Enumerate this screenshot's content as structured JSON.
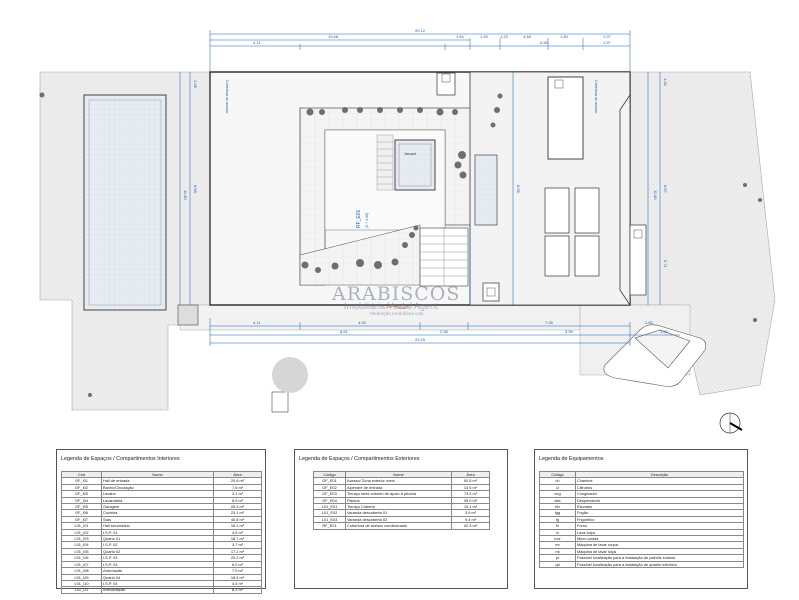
{
  "plan": {
    "dims_top": {
      "total": "20.12",
      "a": "19.68",
      "b": "4.11",
      "c": "1.64",
      "d": "1.93",
      "e": "1.23",
      "f": "4.48",
      "g": "1.50",
      "h": "1.97",
      "i": "5.50",
      "j": "1.97"
    },
    "dims_bottom": {
      "a": "4.11",
      "b": "4.93",
      "c": "7.28",
      "d": "1.60",
      "e": "8.61",
      "f": "2.38",
      "g": "9.99",
      "h": "22.15",
      "i": "1.50"
    },
    "dims_right": {
      "a": "11.80",
      "b": "1.00",
      "c": "6.87",
      "d": "5.71"
    },
    "dims_left": {
      "a": "11.80",
      "b": "1.08",
      "c": "8.56",
      "d": "8.56"
    },
    "room_labels": {
      "center": "RF_E01",
      "center_sub": "(0 + 4.00)",
      "right_label": "Cobertura do acesso",
      "left_label": "Cobertura do acesso"
    },
    "pool_label": "Jacuzzi"
  },
  "logo": {
    "name": "ARABISCOS",
    "sub": "Imobiliária Vestal Agent",
    "tag": "Mediação Imobiliária Lda"
  },
  "table_interior": {
    "title": "Legenda de Espaços / Compartimentos Interiores",
    "headers": [
      "Cód",
      "Nome",
      "Área"
    ],
    "rows": [
      [
        "GF_I01",
        "Hall de entrada",
        "20.6 m²"
      ],
      [
        "GF_I02",
        "Banho/Circulação",
        "7.6 m²"
      ],
      [
        "GF_I03",
        "Lavabo",
        "3.1 m²"
      ],
      [
        "GF_I04",
        "Lavandaria",
        "6.9 m²"
      ],
      [
        "GF_I05",
        "Garagem",
        "26.3 m²"
      ],
      [
        "GF_I06",
        "Cozinha",
        "23.1 m²"
      ],
      [
        "GF_I07",
        "Sala",
        "40.8 m²"
      ],
      [
        "L01_I01",
        "Hall secundário",
        "16.1 m²"
      ],
      [
        "L01_I02",
        "I.S.P. 01",
        "4.5 m²"
      ],
      [
        "L01_I03",
        "Quarto 01",
        "18.7 m²"
      ],
      [
        "L01_I04",
        "I.S.P. 02",
        "3.7 m²"
      ],
      [
        "L01_I05",
        "Quarto 02",
        "17.2 m²"
      ],
      [
        "L01_I06",
        "I.S.P. 03",
        "20.2 m²"
      ],
      [
        "L01_I07",
        "I.S.P. 03",
        "6.0 m²"
      ],
      [
        "L01_I08",
        "Arrumação",
        "7.0 m²"
      ],
      [
        "L01_I09",
        "Quarto 04",
        "18.4 m²"
      ],
      [
        "L01_I10",
        "I.S.P. 04",
        "4.5 m²"
      ],
      [
        "L01_I11",
        "Arrecadação",
        "8.1 m²"
      ]
    ]
  },
  "table_exterior": {
    "title": "Legenda de Espaços / Compartimentos Exteriores",
    "headers": [
      "Código",
      "Nome",
      "Área"
    ],
    "rows": [
      [
        "GF_E01",
        "Acesso/ Zona exterior norte",
        "92.5 m²"
      ],
      [
        "GF_E02",
        "Alpendre de entrada",
        "13.5 m²"
      ],
      [
        "GF_E03",
        "Terraço semi-coberto de apoio à piscina",
        "73.2 m²"
      ],
      [
        "GF_E04",
        "Piscina",
        "39.0 m²"
      ],
      [
        "L01_E01",
        "Terraço Coberto",
        "19.1 m²"
      ],
      [
        "L01_E02",
        "Varanda descoberta 01",
        "3.9 m²"
      ],
      [
        "L01_E03",
        "Varanda descoberta 02",
        "9.4 m²"
      ],
      [
        "RF_E01",
        "Cobertura de acesso condicionado",
        "42.3 m²"
      ]
    ]
  },
  "table_equip": {
    "title": "Legenda de Equipamentos",
    "headers": [
      "Código",
      "Descrição"
    ],
    "rows": [
      [
        "ch",
        "Chaminé"
      ],
      [
        "cl",
        "Cilindros"
      ],
      [
        "cng",
        "Congelador"
      ],
      [
        "des",
        "Desperssório"
      ],
      [
        "elv",
        "Elevador"
      ],
      [
        "fgg",
        "Fogão"
      ],
      [
        "fg",
        "Frigorífico"
      ],
      [
        "fn",
        "Forno"
      ],
      [
        "lv",
        "Lava-loiça"
      ],
      [
        "mcr",
        "Micro-ondas"
      ],
      [
        "mr",
        "Máquina de lavar roupa"
      ],
      [
        "ml",
        "Máquina de lavar loiça"
      ],
      [
        "pr",
        "Possível localização para a instalação de painéis solares"
      ],
      [
        "qd",
        "Possível localização para a instalação de quadro eléctrico"
      ]
    ]
  },
  "colors": {
    "line": "#333333",
    "dim": "#1a5fb4",
    "paving": "#e8e8e8",
    "vegetation": "#7a7a7a",
    "pool": "#dfe6ee"
  }
}
